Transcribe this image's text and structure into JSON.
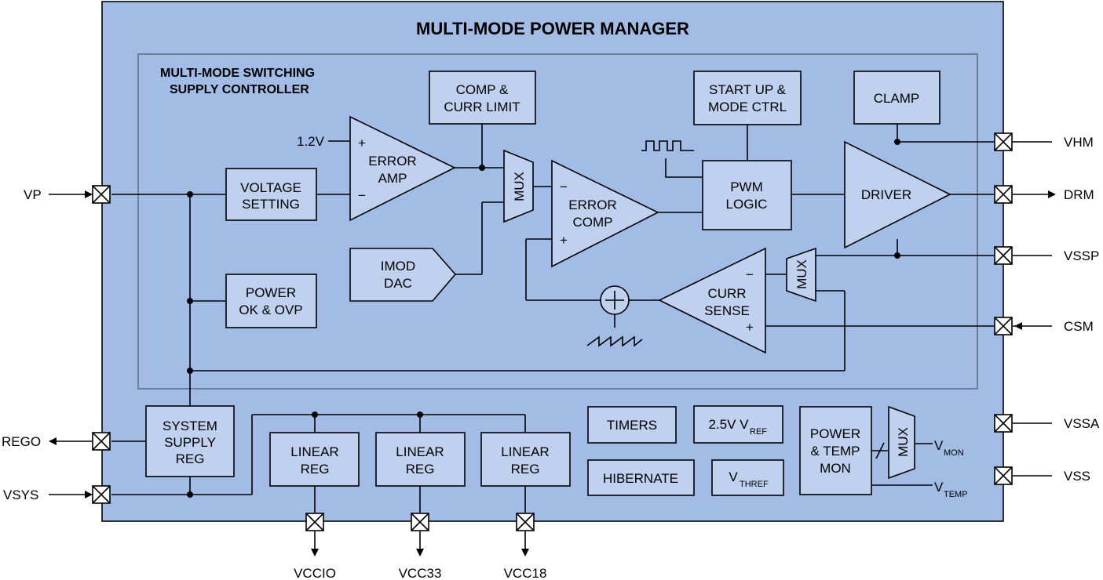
{
  "title": "MULTI-MODE POWER MANAGER",
  "subsystem_title": [
    "MULTI-MODE SWITCHING",
    "SUPPLY CONTROLLER"
  ],
  "colors": {
    "chip_fill": "#a3bce6",
    "block_fill": "#bfd1ee",
    "inner_border": "#6f7f95"
  },
  "blocks": {
    "voltage_setting": [
      "VOLTAGE",
      "SETTING"
    ],
    "power_ok": [
      "POWER",
      "OK & OVP"
    ],
    "imod_dac": [
      "IMOD",
      "DAC"
    ],
    "comp_curr_limit": [
      "COMP &",
      "CURR LIMIT"
    ],
    "startup_mode": [
      "START UP &",
      "MODE CTRL"
    ],
    "clamp": "CLAMP",
    "pwm_logic": [
      "PWM",
      "LOGIC"
    ],
    "system_supply": [
      "SYSTEM",
      "SUPPLY",
      "REG"
    ],
    "linear_reg": [
      "LINEAR",
      "REG"
    ],
    "timers": "TIMERS",
    "vref": "2.5V V",
    "vref_sub": "REF",
    "hibernate": "HIBERNATE",
    "vthref": "V",
    "vthref_sub": "THREF",
    "power_temp": [
      "POWER",
      "& TEMP",
      "MON"
    ]
  },
  "amps": {
    "error_amp": [
      "ERROR",
      "AMP"
    ],
    "error_comp": [
      "ERROR",
      "COMP"
    ],
    "curr_sense": [
      "CURR",
      "SENSE"
    ],
    "driver": "DRIVER",
    "mux": "MUX"
  },
  "signs": {
    "plus": "+",
    "minus": "−"
  },
  "ref_voltage": "1.2V",
  "pins": {
    "vp": "VP",
    "rego": "REGO",
    "vsys": "VSYS",
    "vhm": "VHM",
    "drm": "DRM",
    "vssp": "VSSP",
    "csm": "CSM",
    "vssa": "VSSA",
    "vss": "VSS",
    "vccio": "VCCIO",
    "vcc33": "VCC33",
    "vcc18": "VCC18"
  },
  "mon_labels": {
    "vmon": "V",
    "vmon_sub": "MON",
    "vtemp": "V",
    "vtemp_sub": "TEMP"
  }
}
